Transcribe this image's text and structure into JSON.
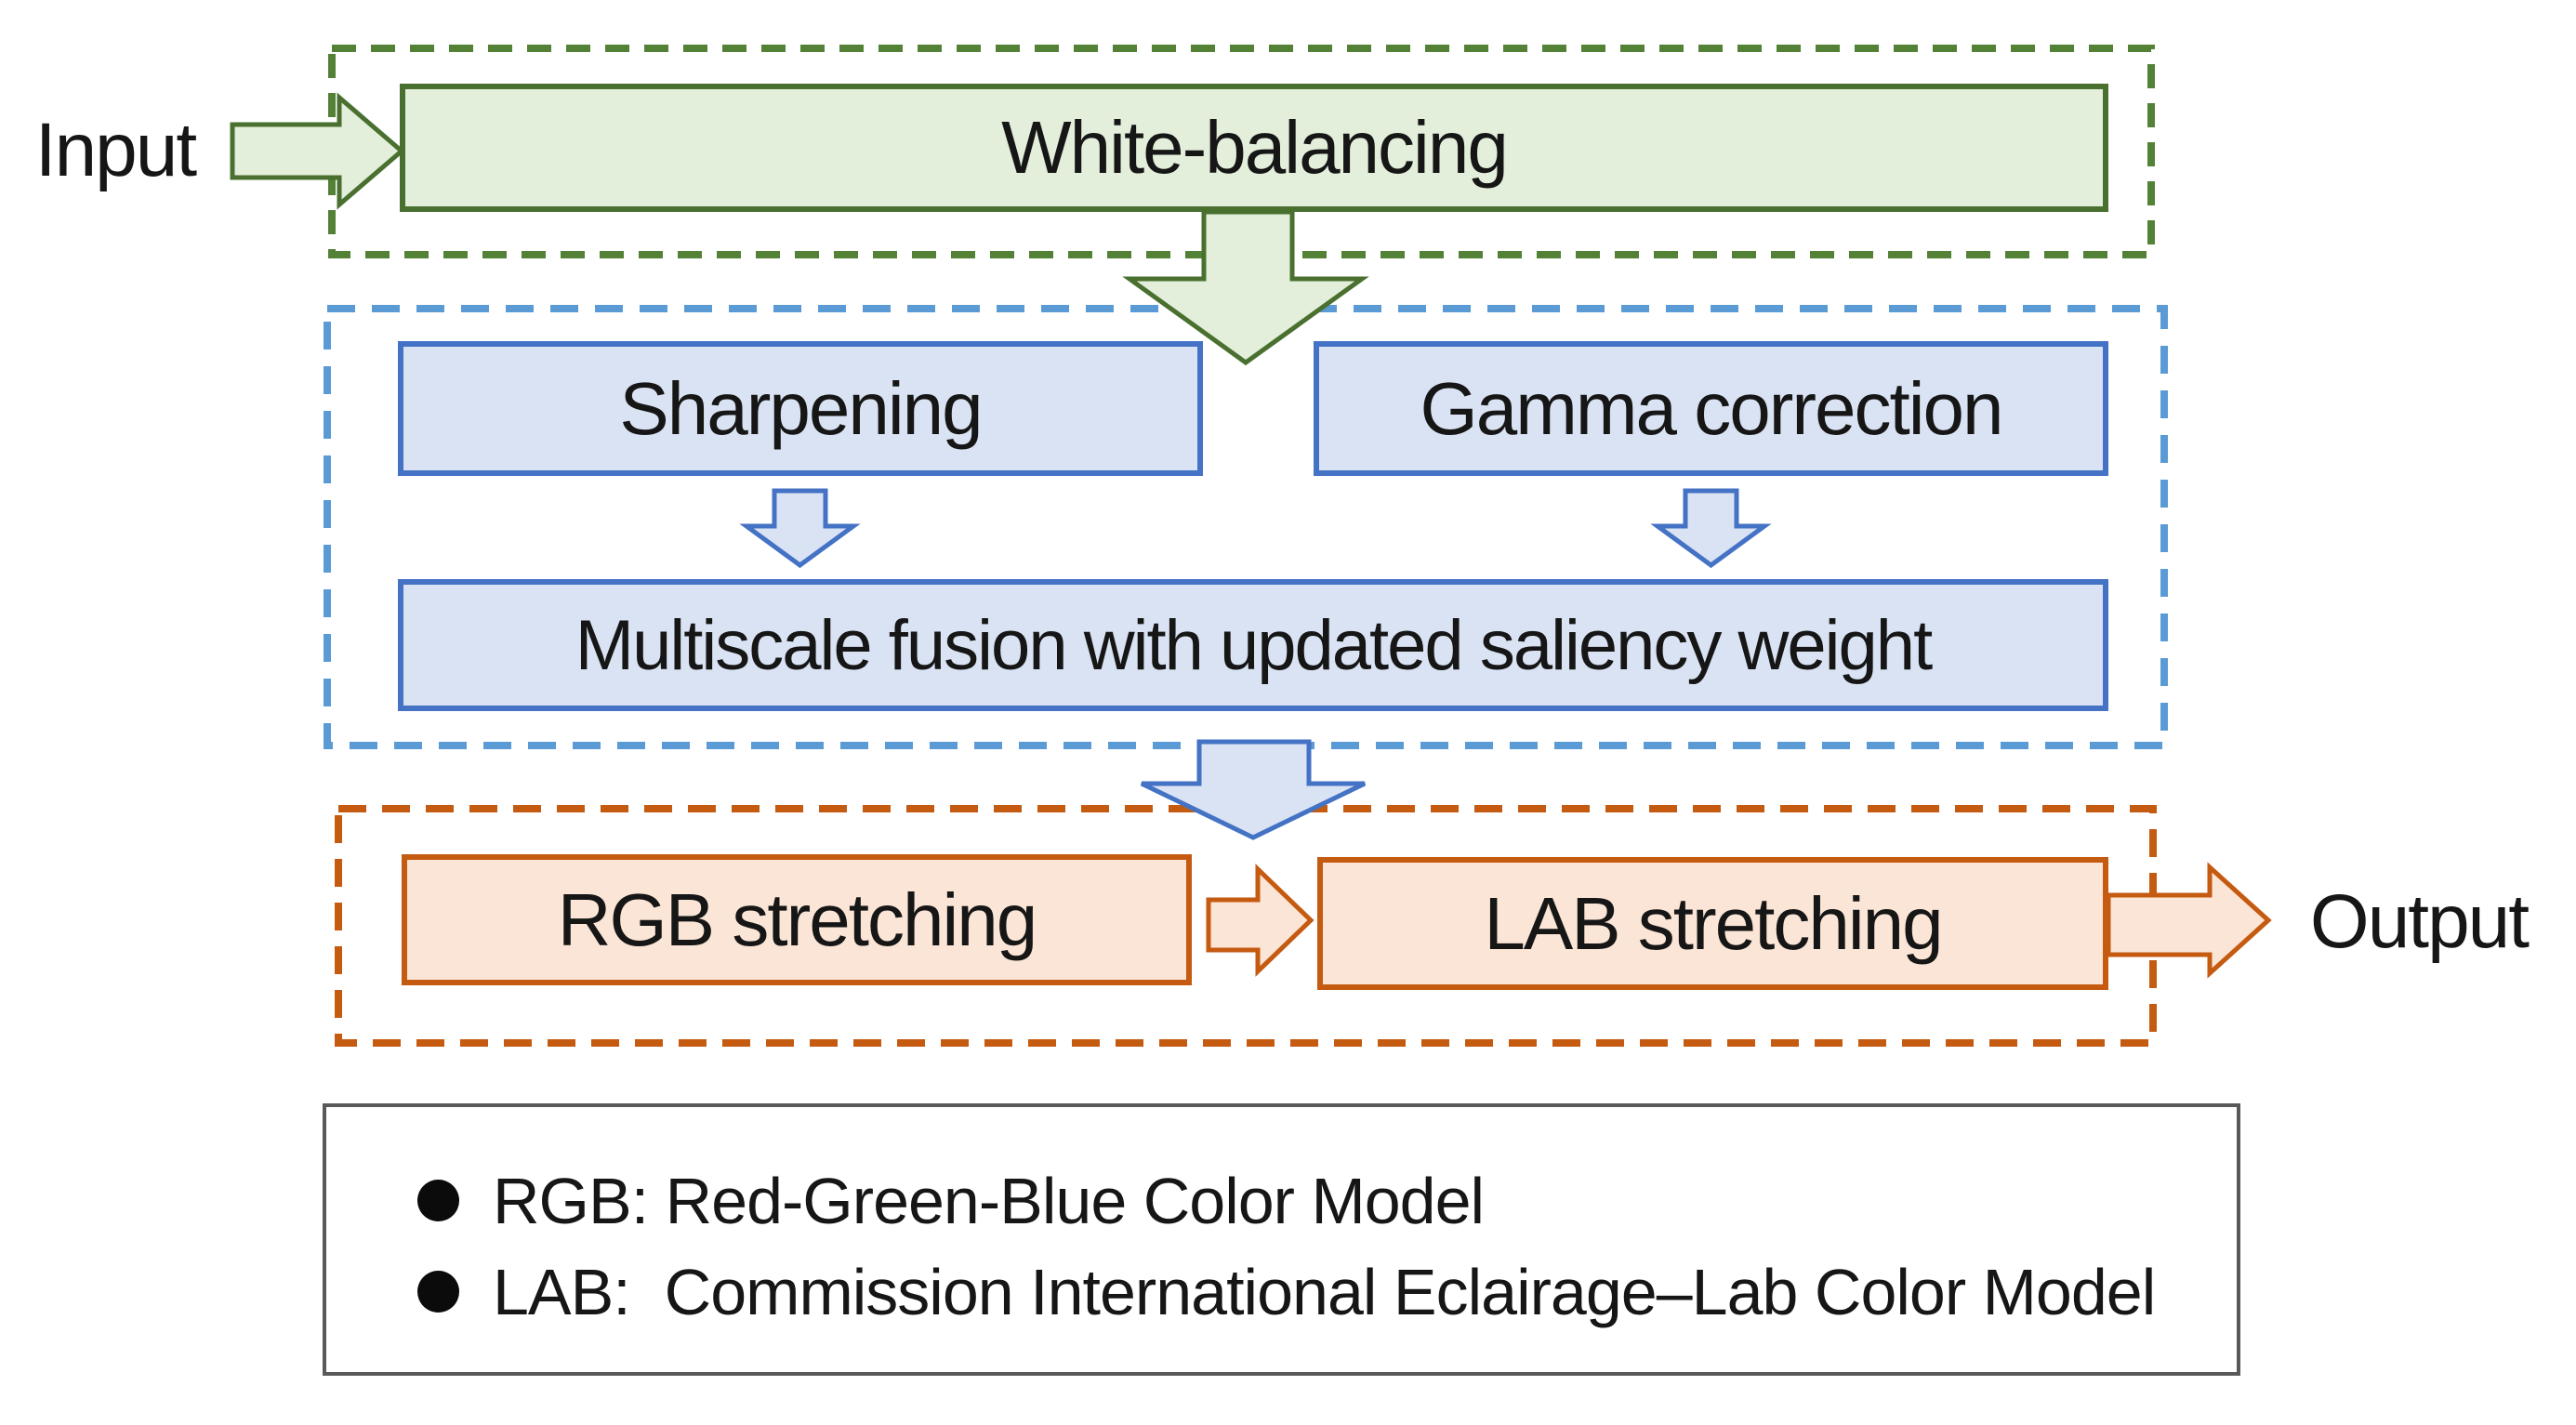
{
  "input_label": "Input",
  "output_label": "Output",
  "stages": {
    "white_balancing": "White-balancing",
    "sharpening": "Sharpening",
    "gamma_correction": "Gamma correction",
    "multiscale_fusion": "Multiscale fusion with updated saliency weight",
    "rgb_stretching": "RGB stretching",
    "lab_stretching": "LAB stretching"
  },
  "legend": {
    "items": [
      "RGB: Red-Green-Blue Color Model",
      "LAB:  Commission International Eclairage–Lab Color Model"
    ]
  },
  "colors": {
    "green_fill": "#e3efdb",
    "green_border": "#4a7030",
    "green_dash": "#538135",
    "blue_fill": "#dae3f3",
    "blue_border": "#4472c4",
    "blue_dash": "#5b9bd5",
    "orange_fill": "#fbe5d6",
    "orange_border": "#c55a11",
    "orange_dash": "#c55a11",
    "legend_border": "#595959",
    "text": "#161616"
  }
}
